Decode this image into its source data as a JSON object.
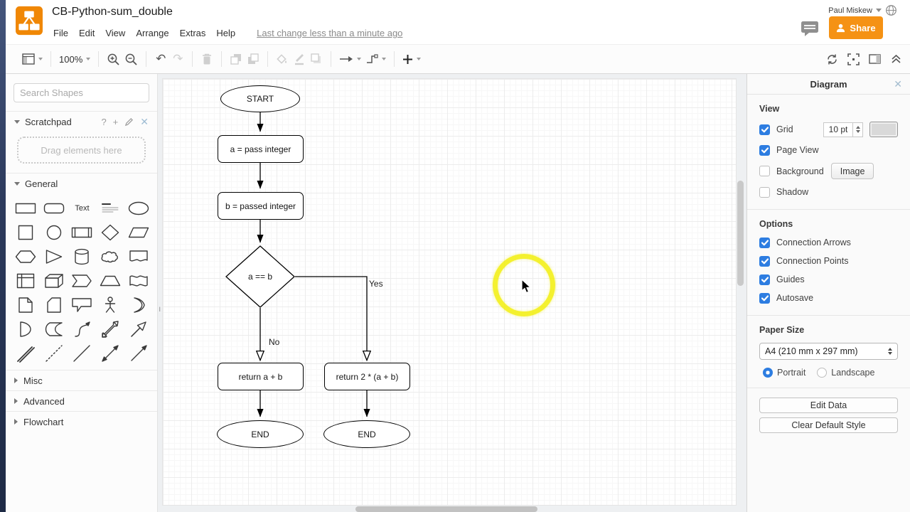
{
  "app": {
    "title": "CB-Python-sum_double",
    "menu": [
      "File",
      "Edit",
      "View",
      "Arrange",
      "Extras",
      "Help"
    ],
    "last_change": "Last change less than a minute ago",
    "user": "Paul Miskew",
    "share_label": "Share"
  },
  "toolbar": {
    "zoom_level": "100%"
  },
  "sidebar": {
    "search_placeholder": "Search Shapes",
    "scratchpad": {
      "title": "Scratchpad",
      "dropzone": "Drag elements here"
    },
    "sections": {
      "general": "General",
      "misc": "Misc",
      "advanced": "Advanced",
      "flowchart": "Flowchart"
    },
    "text_shape_label": "Text",
    "shape_names": [
      "rectangle",
      "rounded-rectangle",
      "text",
      "textbox",
      "ellipse",
      "square",
      "circle",
      "process",
      "diamond",
      "parallelogram",
      "hexagon",
      "triangle",
      "cylinder",
      "cloud",
      "document",
      "internal-storage",
      "cube",
      "step",
      "trapezoid",
      "tape",
      "note",
      "card",
      "callout",
      "actor",
      "or",
      "and",
      "data-storage",
      "curve",
      "bidirectional-arrow",
      "arrow",
      "link",
      "dotted-line",
      "line",
      "bidirectional-connector",
      "directional-connector"
    ]
  },
  "canvas": {
    "flowchart": {
      "nodes": [
        {
          "type": "terminator",
          "label": "START"
        },
        {
          "type": "process",
          "label": "a = pass integer"
        },
        {
          "type": "process",
          "label": "b = passed integer"
        },
        {
          "type": "decision",
          "label": "a == b"
        },
        {
          "type": "process",
          "label": "return a + b"
        },
        {
          "type": "process",
          "label": "return 2 * (a + b)"
        },
        {
          "type": "terminator",
          "label": "END"
        },
        {
          "type": "terminator",
          "label": "END"
        }
      ],
      "edge_labels": {
        "yes": "Yes",
        "no": "No"
      }
    }
  },
  "panel": {
    "title": "Diagram",
    "view": {
      "heading": "View",
      "grid": "Grid",
      "grid_size": "10 pt",
      "page_view": "Page View",
      "background": "Background",
      "image_button": "Image",
      "shadow": "Shadow"
    },
    "options": {
      "heading": "Options",
      "items": [
        "Connection Arrows",
        "Connection Points",
        "Guides",
        "Autosave"
      ]
    },
    "paper": {
      "heading": "Paper Size",
      "size": "A4 (210 mm x 297 mm)",
      "portrait": "Portrait",
      "landscape": "Landscape"
    },
    "buttons": {
      "edit_data": "Edit Data",
      "clear_style": "Clear Default Style"
    }
  },
  "colors": {
    "accent": "#F08705",
    "checkbox_blue": "#2D7DE1",
    "highlight_yellow": "#F2EE0A"
  }
}
